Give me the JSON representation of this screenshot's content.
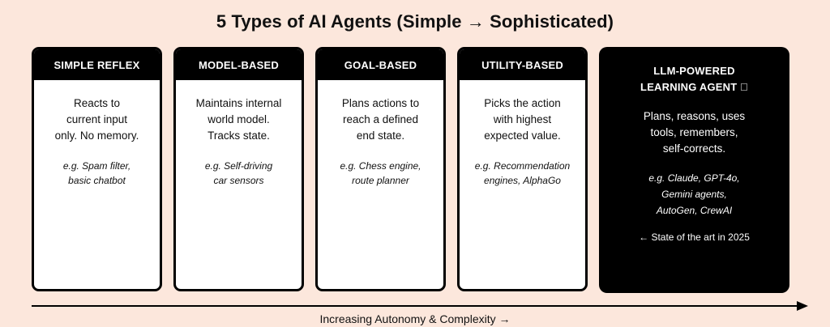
{
  "title": "5 Types of AI Agents (Simple → Sophisticated)",
  "cards": [
    {
      "name": "SIMPLE REFLEX",
      "description": "Reacts to\ncurrent input\nonly. No memory.",
      "example": "e.g. Spam filter,\nbasic chatbot"
    },
    {
      "name": "MODEL-BASED",
      "description": "Maintains internal\nworld model.\nTracks state.",
      "example": "e.g. Self-driving\ncar sensors"
    },
    {
      "name": "GOAL-BASED",
      "description": "Plans actions to\nreach a defined\nend state.",
      "example": "e.g. Chess engine,\nroute planner"
    },
    {
      "name": "UTILITY-BASED",
      "description": "Picks the action\nwith highest\nexpected value.",
      "example": "e.g. Recommendation\nengines, AlphaGo"
    },
    {
      "name": "LLM-POWERED\nLEARNING AGENT ⃞",
      "description": "Plans, reasons, uses\ntools, remembers,\nself-corrects.",
      "example": "e.g. Claude, GPT-4o,\nGemini agents,\nAutoGen, CrewAI",
      "note": "← State of the art in 2025"
    }
  ],
  "axis_label": "Increasing Autonomy & Complexity →",
  "colors": {
    "background": "#fce7dc",
    "card_header": "#000000",
    "card_body": "#ffffff",
    "highlight_card": "#000000"
  }
}
